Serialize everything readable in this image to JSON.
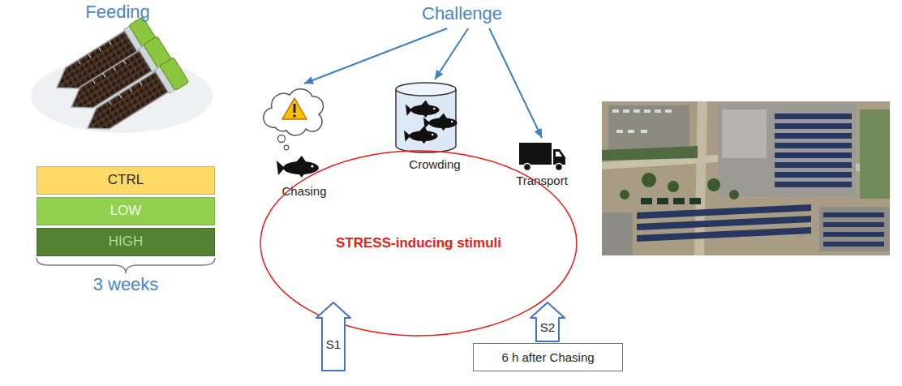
{
  "diagram": {
    "nodes": [
      {
        "text": [
          "CTRL"
        ]
      },
      {
        "text": [
          "LOW"
        ]
      },
      {
        "text": [
          "HIGH"
        ]
      },
      {
        "text": [
          "Challenge"
        ]
      },
      {
        "text": [
          "Chasing"
        ]
      },
      {
        "text": [
          "Crowding"
        ]
      },
      {
        "text": [
          "Transport"
        ]
      },
      {
        "text": [
          "STRESS-inducing stimuli"
        ]
      },
      {
        "text": [
          "S1"
        ]
      },
      {
        "text": [
          "S2"
        ]
      },
      {
        "text": [
          "6 h after Chasing"
        ]
      }
    ],
    "edges": [
      {
        "from": 3,
        "to": 4,
        "arrow": "to"
      },
      {
        "from": 3,
        "to": 5,
        "arrow": "to"
      },
      {
        "from": 3,
        "to": 6,
        "arrow": "to"
      }
    ],
    "labels": [
      "Feeding",
      "3 weeks"
    ]
  }
}
